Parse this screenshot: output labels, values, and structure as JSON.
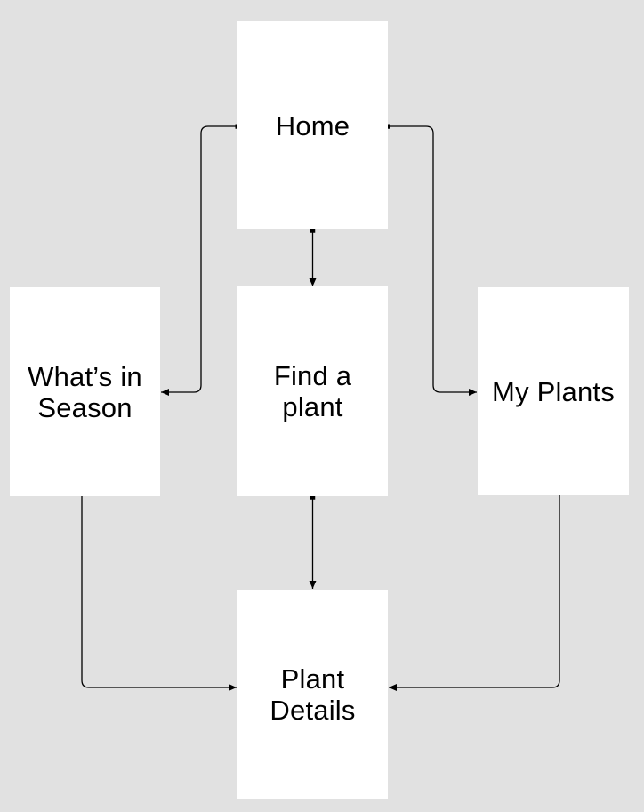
{
  "canvas": {
    "background_color": "#e1e1e1",
    "node_fill_color": "#ffffff",
    "connector_color": "#000000",
    "text_color": "#000000"
  },
  "nodes": {
    "home": {
      "label": "Home"
    },
    "whats_in_season": {
      "label": "What’s in\nSeason"
    },
    "find_a_plant": {
      "label": "Find a\nplant"
    },
    "my_plants": {
      "label": "My Plants"
    },
    "plant_details": {
      "label": "Plant\nDetails"
    }
  },
  "edges": [
    {
      "from": "home",
      "to": "find_a_plant",
      "start_marker": "square",
      "end_marker": "arrow"
    },
    {
      "from": "home",
      "to": "whats_in_season",
      "start_marker": "square",
      "end_marker": "arrow"
    },
    {
      "from": "home",
      "to": "my_plants",
      "start_marker": "square",
      "end_marker": "arrow"
    },
    {
      "from": "find_a_plant",
      "to": "plant_details",
      "start_marker": "square",
      "end_marker": "arrow"
    },
    {
      "from": "whats_in_season",
      "to": "plant_details",
      "start_marker": "none",
      "end_marker": "arrow"
    },
    {
      "from": "my_plants",
      "to": "plant_details",
      "start_marker": "none",
      "end_marker": "arrow"
    }
  ]
}
